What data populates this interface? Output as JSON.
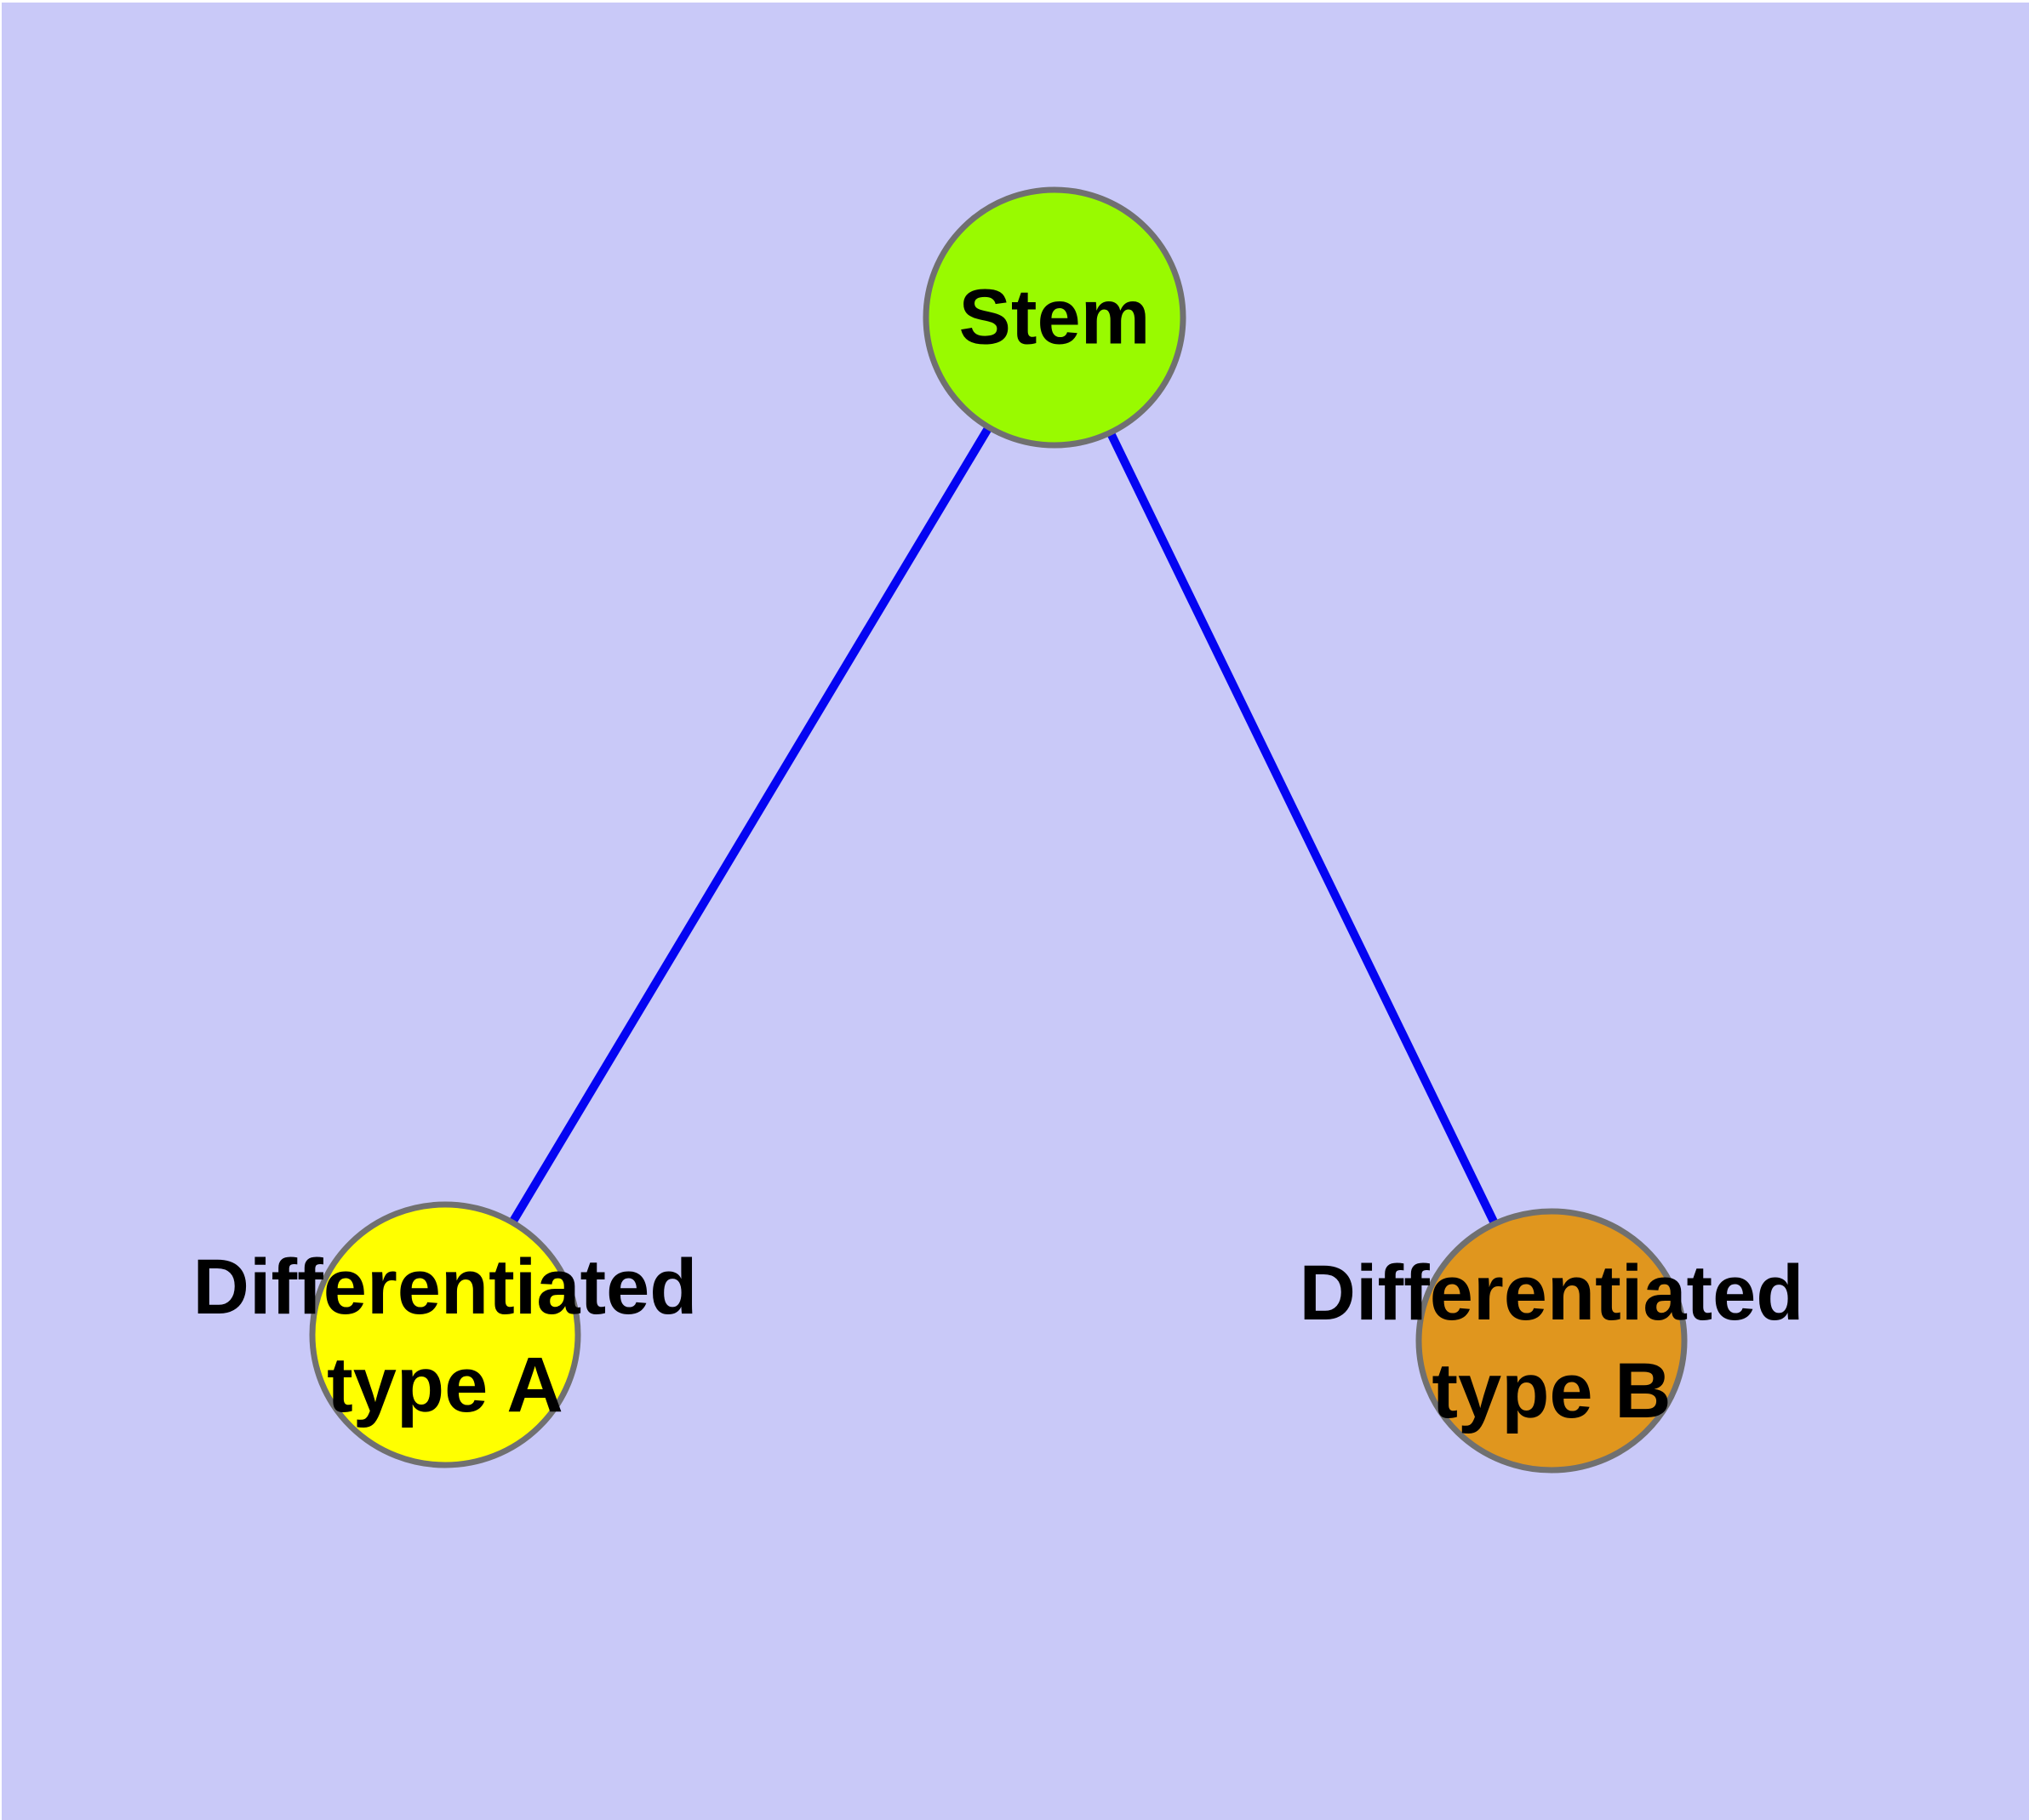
{
  "diagram": {
    "background_color": "#C9C9F8",
    "margin_color": "#FFFFFF",
    "edge_color": "#0404F2",
    "node_border_color": "#707070",
    "text_color": "#000000",
    "nodes": [
      {
        "id": "stem",
        "lines": [
          "Stem"
        ],
        "fill": "#99FA00"
      },
      {
        "id": "diff-type-a",
        "lines": [
          "Differentiated",
          "type A"
        ],
        "fill": "#FFFF00"
      },
      {
        "id": "diff-type-b",
        "lines": [
          "Differentiated",
          "type B"
        ],
        "fill": "#E0961E"
      }
    ],
    "edges": [
      {
        "from": "stem",
        "to": "diff-type-a"
      },
      {
        "from": "stem",
        "to": "diff-type-b"
      }
    ]
  }
}
